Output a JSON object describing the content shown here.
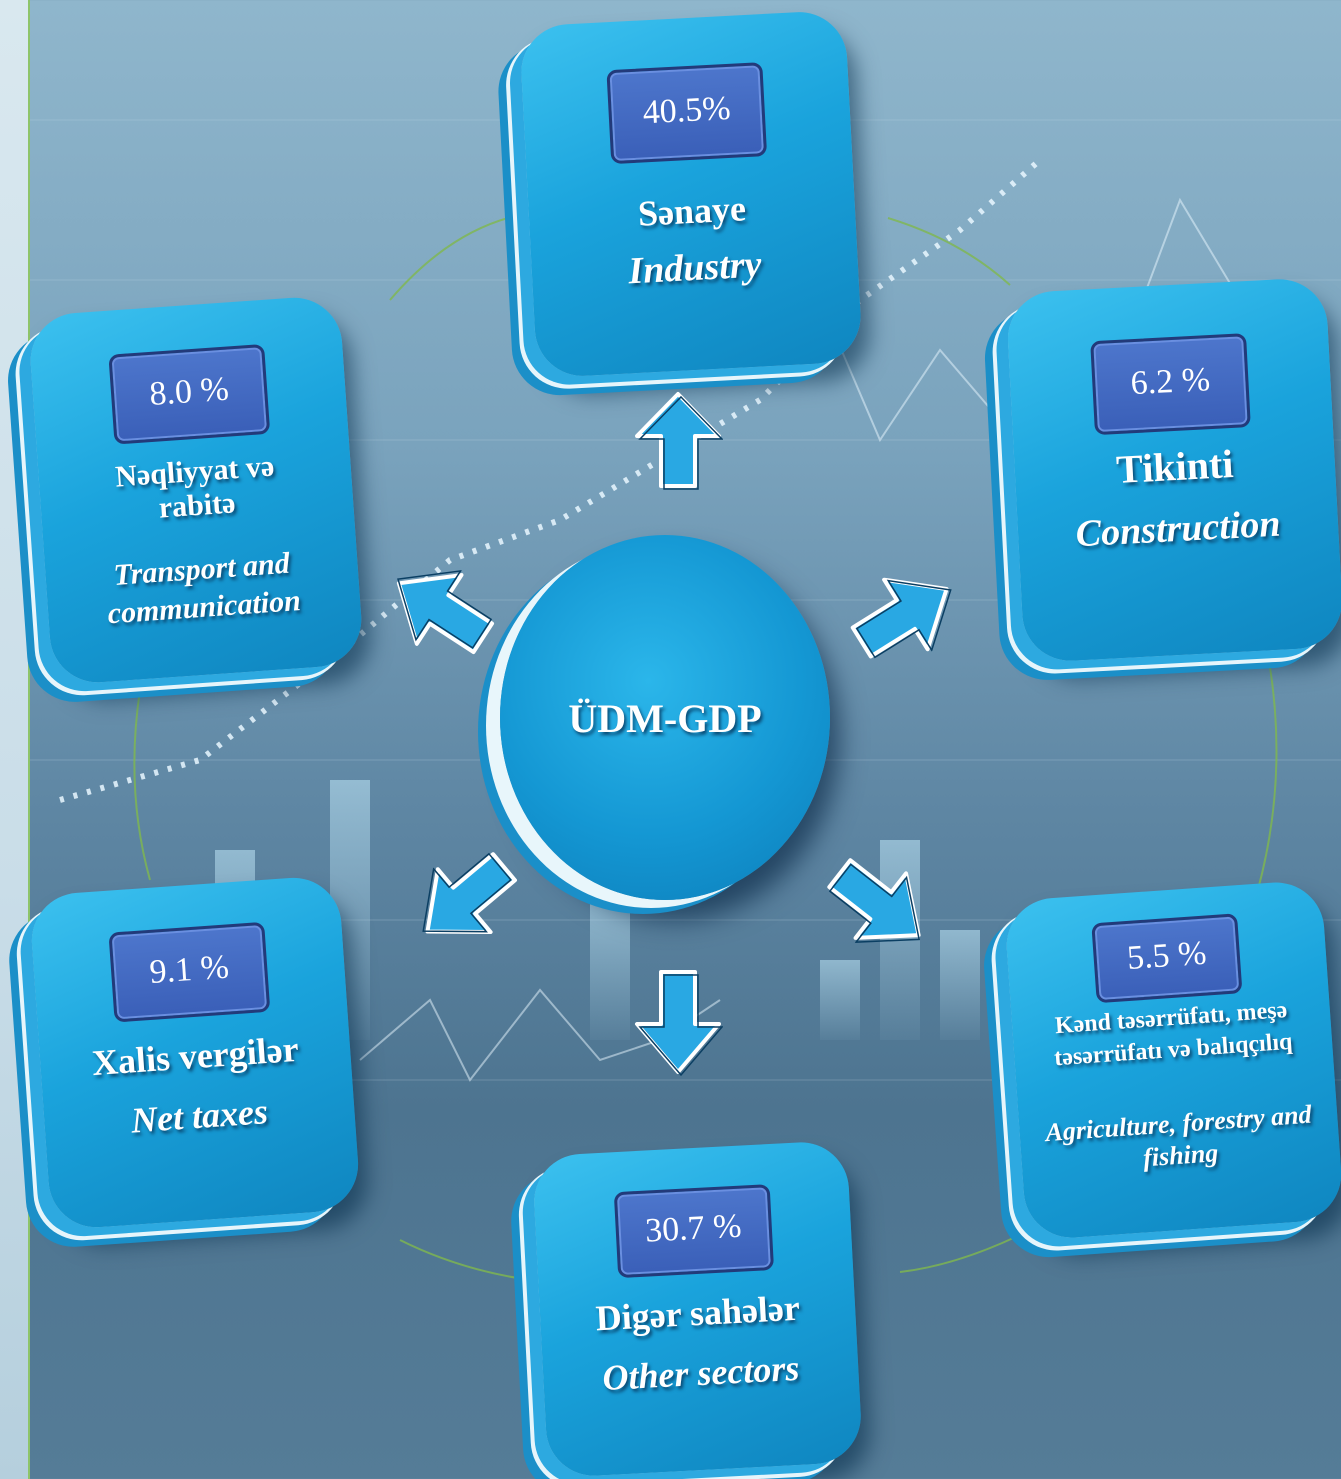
{
  "center": {
    "label": "ÜDM-GDP"
  },
  "sectors": [
    {
      "id": "industry",
      "percent": "40.5%",
      "az": "Sənaye",
      "en": "Industry"
    },
    {
      "id": "construction",
      "percent": "6.2 %",
      "az": "Tikinti",
      "en": "Construction"
    },
    {
      "id": "agriculture",
      "percent": "5.5 %",
      "az": "Kənd təsərrüfatı, meşə təsərrüfatı və balıqçılıq",
      "en": "Agriculture, forestry and fishing"
    },
    {
      "id": "other",
      "percent": "30.7 %",
      "az": "Digər sahələr",
      "en": "Other sectors"
    },
    {
      "id": "taxes",
      "percent": "9.1 %",
      "az": "Xalis vergilər",
      "en": "Net taxes"
    },
    {
      "id": "transport",
      "percent": "8.0 %",
      "az": "Nəqliyyat və rabitə",
      "en": "Transport and communication"
    }
  ],
  "colors": {
    "box": "#1aa3dc",
    "badge": "#3a5fb8",
    "arrow": "#29a8e3",
    "ring": "#7fb84e"
  }
}
